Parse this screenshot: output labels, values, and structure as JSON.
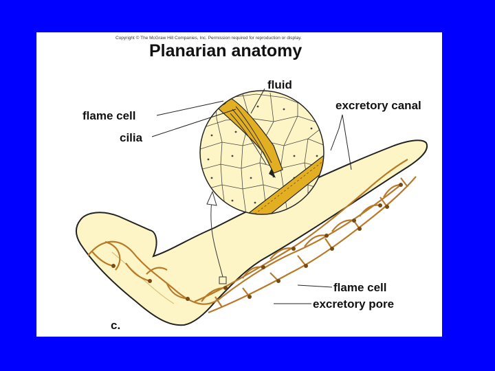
{
  "figure": {
    "copyright": "Copyright © The McGraw Hill Companies, Inc. Permission required for reproduction or display.",
    "title": "Planarian anatomy",
    "panel_label": "c."
  },
  "labels": {
    "fluid": "fluid",
    "flame_cell_top": "flame cell",
    "cilia": "cilia",
    "excretory_canal": "excretory canal",
    "flame_cell_bottom": "flame cell",
    "excretory_pore": "excretory pore"
  },
  "colors": {
    "background": "#0000ff",
    "panel": "#ffffff",
    "tissue": "#fdf5c6",
    "canal": "#e2ae22",
    "network": "#b87a28",
    "outline": "#222222"
  }
}
